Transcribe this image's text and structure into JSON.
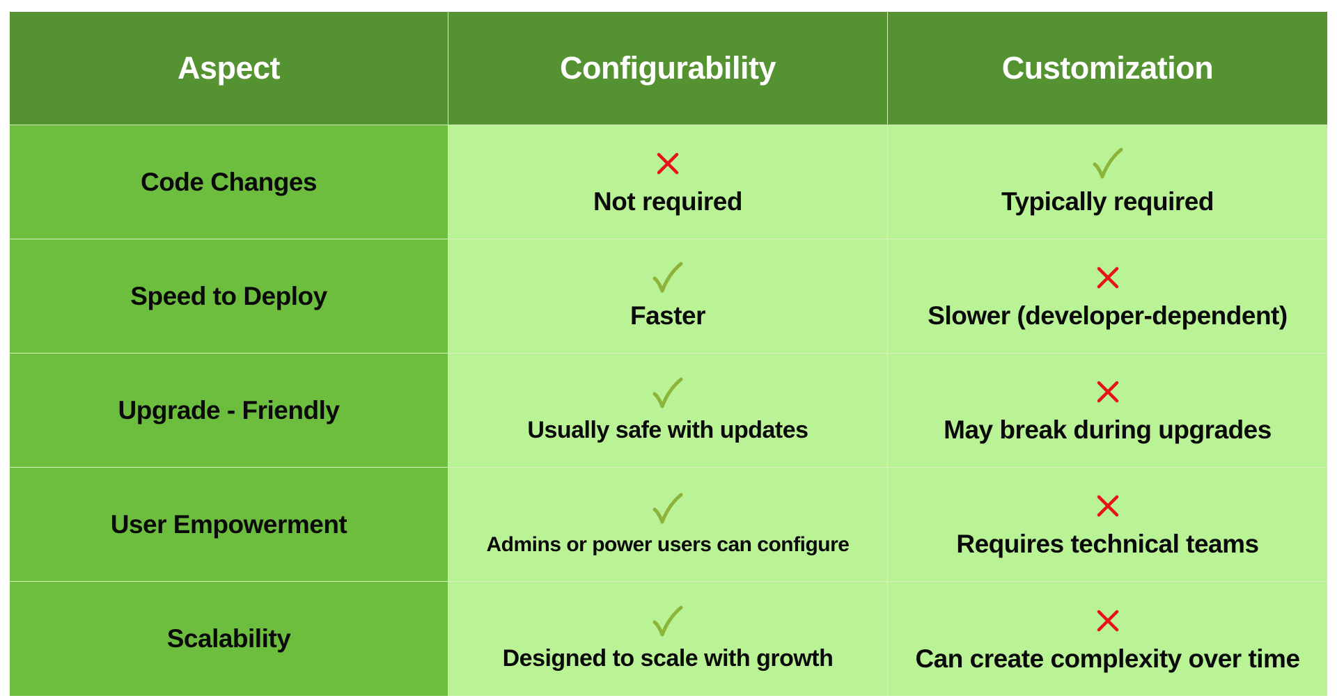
{
  "table": {
    "headers": [
      "Aspect",
      "Configurability",
      "Customization"
    ],
    "colors": {
      "header_bg": "#559231",
      "aspect_bg": "#6dbd3f",
      "value_bg": "#b9f396",
      "check": "#8db33a",
      "cross": "#e8121b"
    },
    "rows": [
      {
        "aspect": "Code Changes",
        "configurability": {
          "icon": "cross-icon",
          "text": "Not required"
        },
        "customization": {
          "icon": "check-icon",
          "text": "Typically required"
        }
      },
      {
        "aspect": "Speed to Deploy",
        "configurability": {
          "icon": "check-icon",
          "text": "Faster"
        },
        "customization": {
          "icon": "cross-icon",
          "text": "Slower (developer-dependent)"
        }
      },
      {
        "aspect": "Upgrade - Friendly",
        "configurability": {
          "icon": "check-icon",
          "text": "Usually safe with updates"
        },
        "customization": {
          "icon": "cross-icon",
          "text": "May break during upgrades"
        }
      },
      {
        "aspect": "User Empowerment",
        "configurability": {
          "icon": "check-icon",
          "text": "Admins or power users can configure"
        },
        "customization": {
          "icon": "cross-icon",
          "text": "Requires technical teams"
        }
      },
      {
        "aspect": "Scalability",
        "configurability": {
          "icon": "check-icon",
          "text": "Designed to scale with growth"
        },
        "customization": {
          "icon": "cross-icon",
          "text": "Can create complexity over time"
        }
      }
    ]
  }
}
